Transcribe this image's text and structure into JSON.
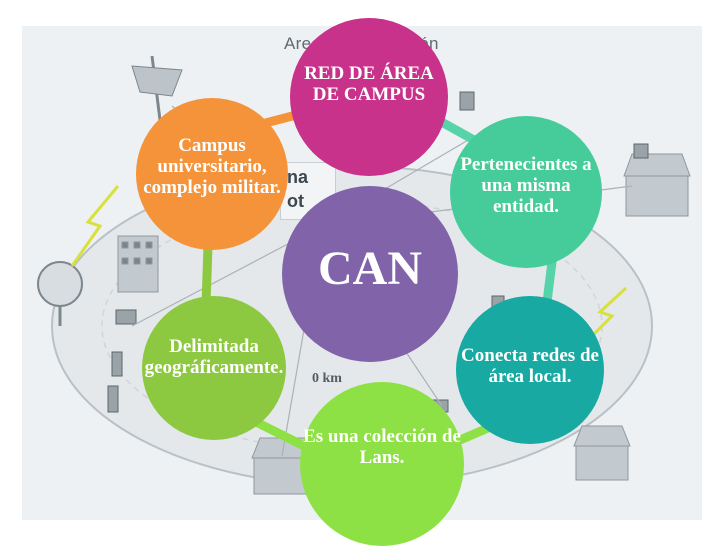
{
  "background": {
    "caption": "Area de Producción",
    "fragment_1": "na",
    "fragment_2": "ot",
    "distance_label": "0 km"
  },
  "diagram": {
    "center": "CAN",
    "nodes": {
      "top": "RED DE ÁREA DE CAMPUS",
      "top_right": "Pertenecientes a una misma entidad.",
      "bottom_right": "Conecta redes de área local.",
      "bottom": "Es una colección de Lans.",
      "bottom_left": "Delimitada geográficamente.",
      "top_left": "Campus universitario, complejo militar."
    },
    "colors": {
      "top": "#c8328a",
      "top_right": "#45cc9a",
      "bottom_right": "#18a9a2",
      "bottom": "#8ee144",
      "bottom_left": "#8cc940",
      "top_left": "#f5933a",
      "center": "#8063a8"
    }
  }
}
